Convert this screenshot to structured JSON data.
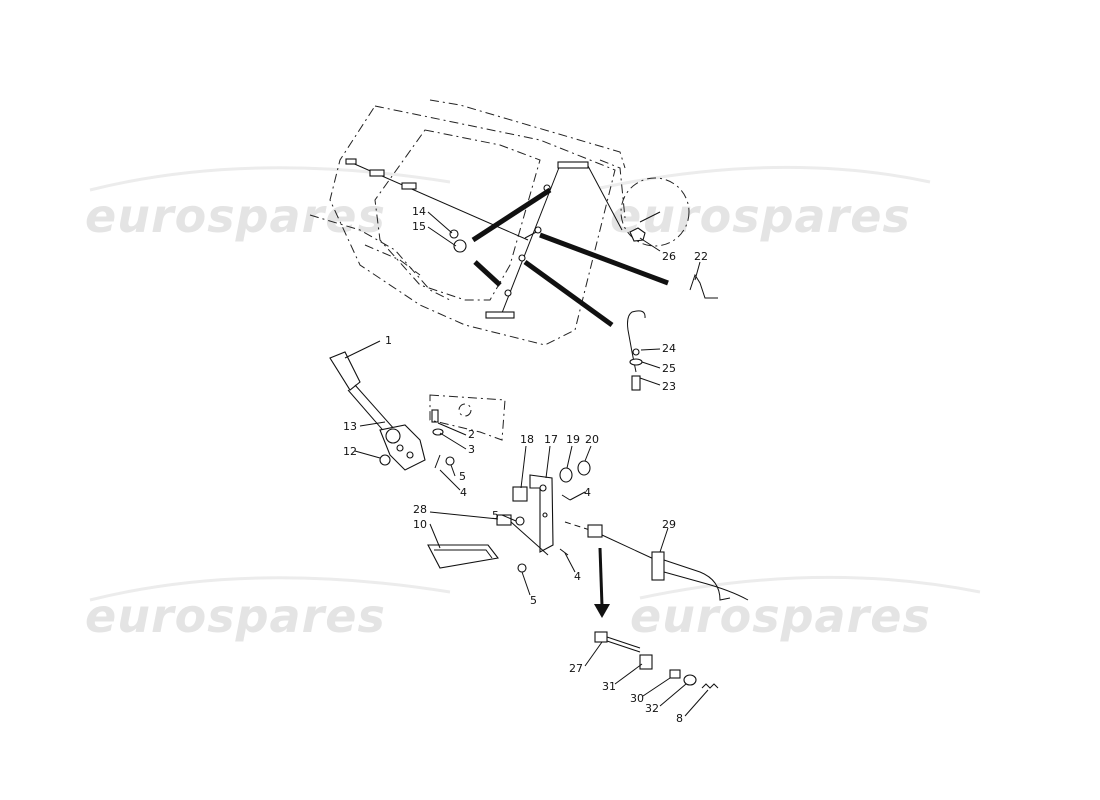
{
  "watermarks": [
    {
      "text": "eurospares"
    },
    {
      "text": "eurospares"
    },
    {
      "text": "eurospares"
    },
    {
      "text": "eurospares"
    }
  ],
  "callouts": [
    {
      "id": "c1",
      "text": "1"
    },
    {
      "id": "c2",
      "text": "2"
    },
    {
      "id": "c3",
      "text": "3"
    },
    {
      "id": "c4a",
      "text": "4"
    },
    {
      "id": "c4b",
      "text": "4"
    },
    {
      "id": "c4c",
      "text": "4"
    },
    {
      "id": "c5a",
      "text": "5"
    },
    {
      "id": "c5b",
      "text": "5"
    },
    {
      "id": "c5c",
      "text": "5"
    },
    {
      "id": "c8",
      "text": "8"
    },
    {
      "id": "c10",
      "text": "10"
    },
    {
      "id": "c12",
      "text": "12"
    },
    {
      "id": "c13",
      "text": "13"
    },
    {
      "id": "c14",
      "text": "14"
    },
    {
      "id": "c15",
      "text": "15"
    },
    {
      "id": "c17",
      "text": "17"
    },
    {
      "id": "c18",
      "text": "18"
    },
    {
      "id": "c19",
      "text": "19"
    },
    {
      "id": "c20",
      "text": "20"
    },
    {
      "id": "c22",
      "text": "22"
    },
    {
      "id": "c23",
      "text": "23"
    },
    {
      "id": "c24",
      "text": "24"
    },
    {
      "id": "c25",
      "text": "25"
    },
    {
      "id": "c26",
      "text": "26"
    },
    {
      "id": "c27",
      "text": "27"
    },
    {
      "id": "c28",
      "text": "28"
    },
    {
      "id": "c29",
      "text": "29"
    },
    {
      "id": "c30",
      "text": "30"
    },
    {
      "id": "c31",
      "text": "31"
    },
    {
      "id": "c32",
      "text": "32"
    }
  ]
}
